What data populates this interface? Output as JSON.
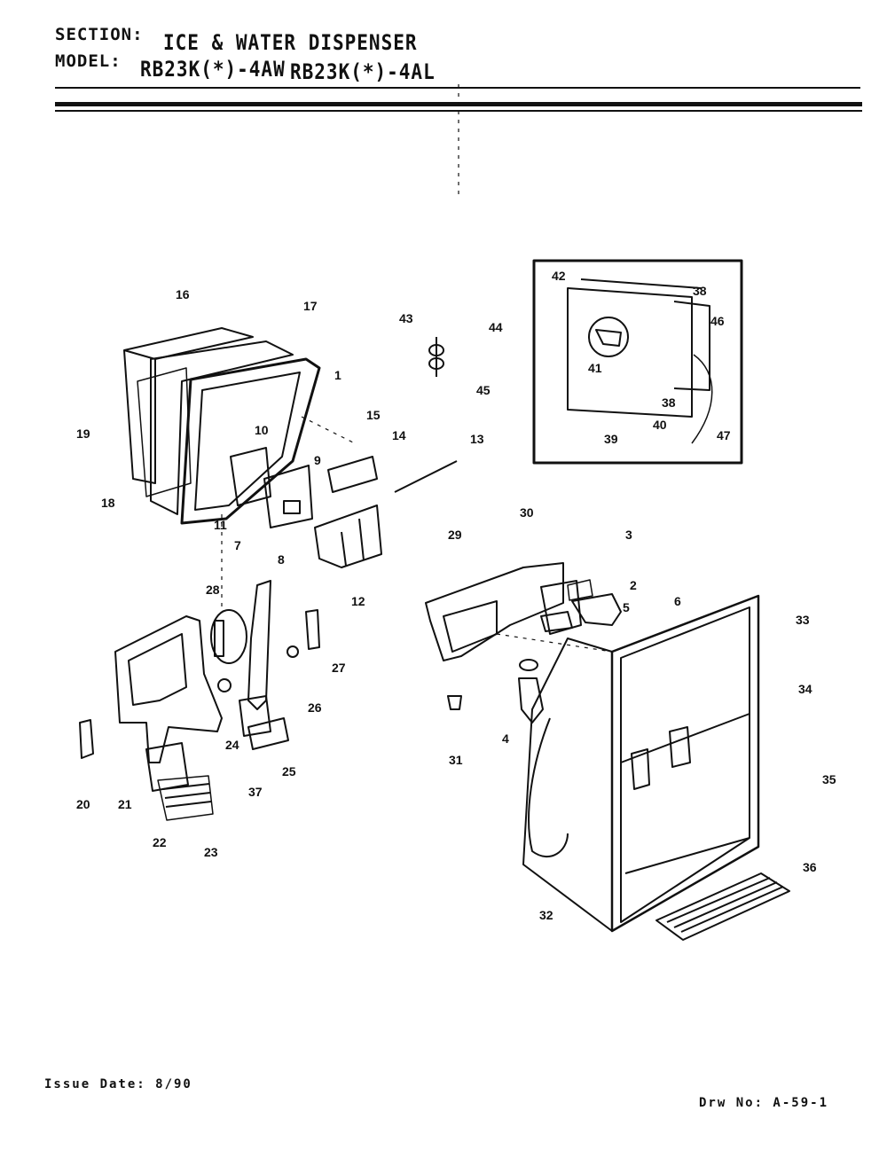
{
  "header": {
    "section_label": "SECTION:",
    "section_value": "ICE & WATER DISPENSER",
    "model_label": "MODEL:",
    "model_value_1": "RB23K(*)-4AW",
    "model_value_2": "RB23K(*)-4AL"
  },
  "footer": {
    "issue_date": "Issue Date: 8/90",
    "drawing_number": "Drw No: A-59-1"
  },
  "callouts": [
    "1",
    "2",
    "3",
    "4",
    "5",
    "6",
    "7",
    "8",
    "9",
    "10",
    "11",
    "12",
    "13",
    "14",
    "15",
    "16",
    "17",
    "18",
    "19",
    "20",
    "21",
    "22",
    "23",
    "24",
    "25",
    "26",
    "27",
    "28",
    "29",
    "30",
    "31",
    "32",
    "33",
    "34",
    "35",
    "36",
    "37",
    "38",
    "38",
    "39",
    "40",
    "41",
    "42",
    "43",
    "44",
    "45",
    "46",
    "47"
  ]
}
